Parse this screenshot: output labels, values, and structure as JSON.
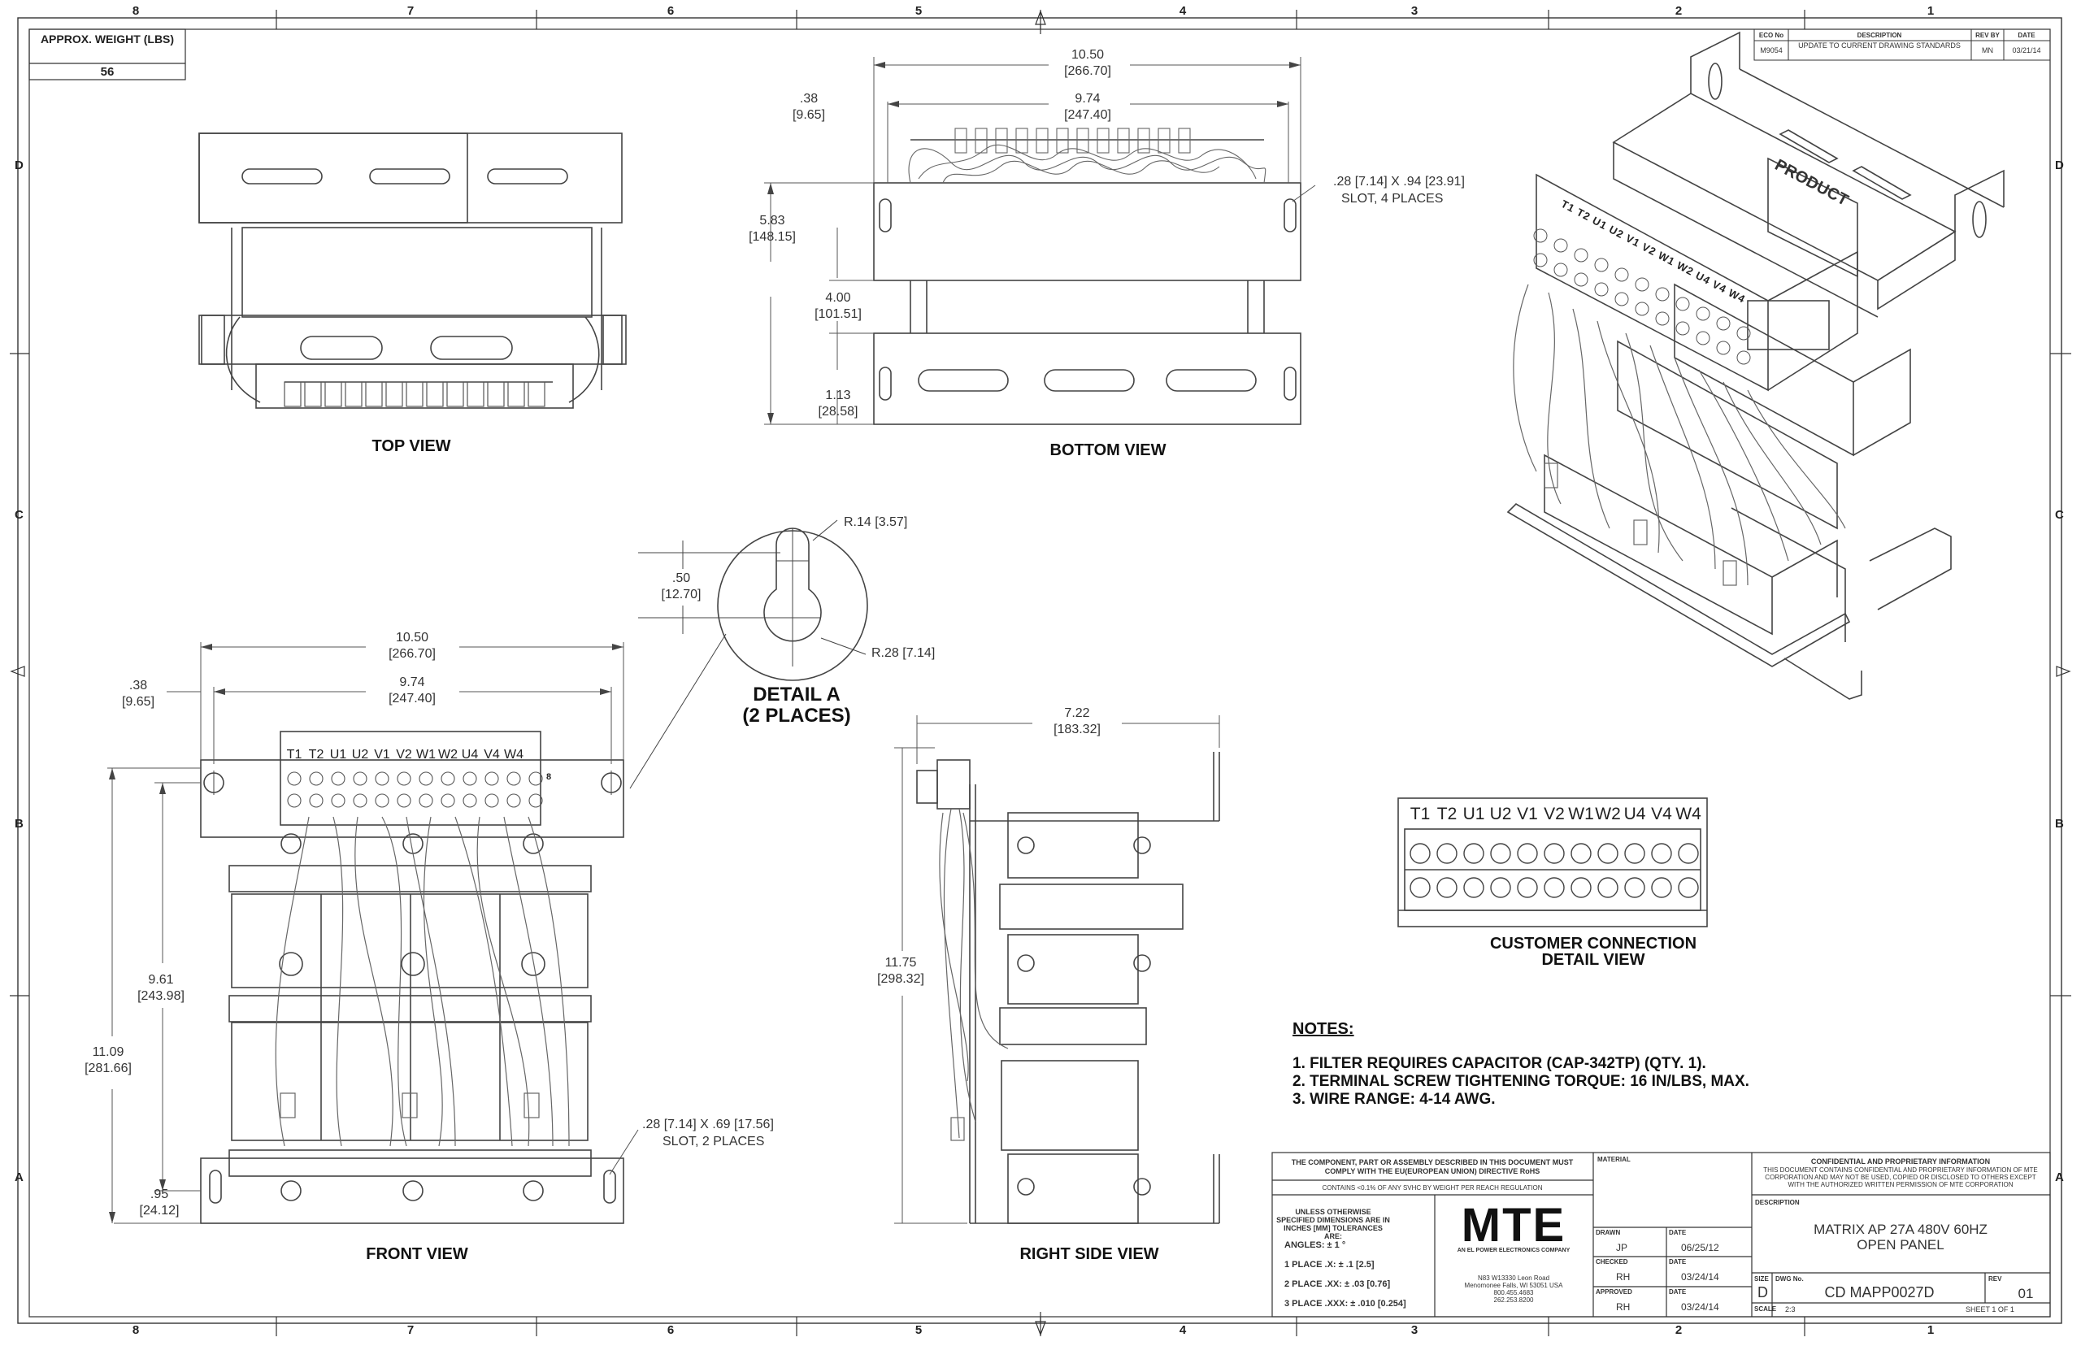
{
  "weight": {
    "header": "APPROX. WEIGHT (LBS)",
    "value": "56"
  },
  "revision_block": {
    "headers": [
      "ECO No",
      "DESCRIPTION",
      "REV BY",
      "DATE"
    ],
    "row": [
      "M9054",
      "UPDATE TO CURRENT DRAWING STANDARDS",
      "MN",
      "03/21/14"
    ]
  },
  "zones": {
    "columns": [
      "8",
      "7",
      "6",
      "5",
      "4",
      "3",
      "2",
      "1"
    ],
    "rows": [
      "D",
      "C",
      "B",
      "A"
    ]
  },
  "views": {
    "top": "TOP VIEW",
    "bottom": "BOTTOM VIEW",
    "front": "FRONT VIEW",
    "right_side": "RIGHT SIDE VIEW",
    "detail_a": "DETAIL A",
    "detail_a_sub": "(2 PLACES)",
    "customer_conn": "CUSTOMER CONNECTION",
    "customer_conn_sub": "DETAIL VIEW",
    "iso_plate": "PRODUCT"
  },
  "terminals": [
    "T1",
    "T2",
    "U1",
    "U2",
    "V1",
    "V2",
    "W1",
    "W2",
    "U4",
    "V4",
    "W4"
  ],
  "terminal_marker": "8",
  "dims": {
    "bottom_overall": [
      "10.50",
      "[266.70]"
    ],
    "bottom_holes": [
      "9.74",
      "[247.40]"
    ],
    "bottom_offset": [
      ".38",
      "[9.65]"
    ],
    "bottom_height": [
      "5.83",
      "[148.15]"
    ],
    "bottom_inner": [
      "4.00",
      "[101.51]"
    ],
    "bottom_edge": [
      "1.13",
      "[28.58]"
    ],
    "bottom_slot": ".28 [7.14] X .94 [23.91]",
    "bottom_slot_sub": "SLOT, 4 PLACES",
    "detail_radius_top": "R.14 [3.57]",
    "detail_radius_bottom": "R.28 [7.14]",
    "detail_spacing": [
      ".50",
      "[12.70]"
    ],
    "front_overall": [
      "10.50",
      "[266.70]"
    ],
    "front_holes": [
      "9.74",
      "[247.40]"
    ],
    "front_offset": [
      ".38",
      "[9.65]"
    ],
    "front_height_inner": [
      "9.61",
      "[243.98]"
    ],
    "front_height_total": [
      "11.09",
      "[281.66]"
    ],
    "front_base": [
      ".95",
      "[24.12]"
    ],
    "front_slot": ".28 [7.14] X .69 [17.56]",
    "front_slot_sub": "SLOT, 2 PLACES",
    "side_depth": [
      "7.22",
      "[183.32]"
    ],
    "side_height": [
      "11.75",
      "[298.32]"
    ]
  },
  "notes": {
    "title": "NOTES:",
    "items": [
      "1.  FILTER REQUIRES CAPACITOR (CAP-342TP) (QTY. 1).",
      "2.  TERMINAL SCREW TIGHTENING TORQUE: 16 IN/LBS, MAX.",
      "3.  WIRE RANGE: 4-14 AWG."
    ]
  },
  "title_block": {
    "rohs": "THE COMPONENT, PART OR ASSEMBLY DESCRIBED IN THIS DOCUMENT MUST COMPLY WITH THE EU(EUROPEAN UNION) DIRECTIVE RoHS",
    "svhc": "CONTAINS <0.1% OF ANY SVHC BY WEIGHT PER REACH REGULATION",
    "tol_header": "UNLESS OTHERWISE SPECIFIED DIMENSIONS ARE IN INCHES [MM] TOLERANCES ARE:",
    "angles": "ANGLES: ± 1 °",
    "one_place": "1 PLACE .X:  ± .1 [2.5]",
    "two_place": "2 PLACE .XX:  ± .03 [0.76]",
    "three_place": "3 PLACE .XXX:  ± .010 [0.254]",
    "logo": "MTE",
    "logo_sub": "AN EL POWER ELECTRONICS COMPANY",
    "address": [
      "N83 W13330 Leon Road",
      "Menomonee Falls, WI 53051 USA",
      "800.455.4683",
      "262.253.8200"
    ],
    "material_label": "MATERIAL",
    "drawn_label": "DRAWN",
    "drawn_by": "JP",
    "checked_label": "CHECKED",
    "checked_by": "RH",
    "approved_label": "APPROVED",
    "approved_by": "RH",
    "date_label": "DATE",
    "drawn_date": "06/25/12",
    "checked_date": "03/24/14",
    "approved_date": "03/24/14",
    "confidential_title": "CONFIDENTIAL AND PROPRIETARY INFORMATION",
    "confidential_text": "THIS DOCUMENT CONTAINS CONFIDENTIAL AND PROPRIETARY INFORMATION OF MTE CORPORATION AND MAY NOT BE USED, COPIED OR DISCLOSED TO OTHERS EXCEPT WITH THE AUTHORIZED WRITTEN PERMISSION OF MTE CORPORATION",
    "description_label": "DESCRIPTION",
    "description_1": "MATRIX AP 27A 480V 60HZ",
    "description_2": "OPEN PANEL",
    "size_label": "SIZE",
    "size": "D",
    "dwg_label": "DWG No.",
    "dwg_no": "CD MAPP0027D",
    "rev_label": "REV",
    "rev": "01",
    "scale_label": "SCALE",
    "scale": "2:3",
    "sheet": "SHEET 1  OF 1"
  }
}
